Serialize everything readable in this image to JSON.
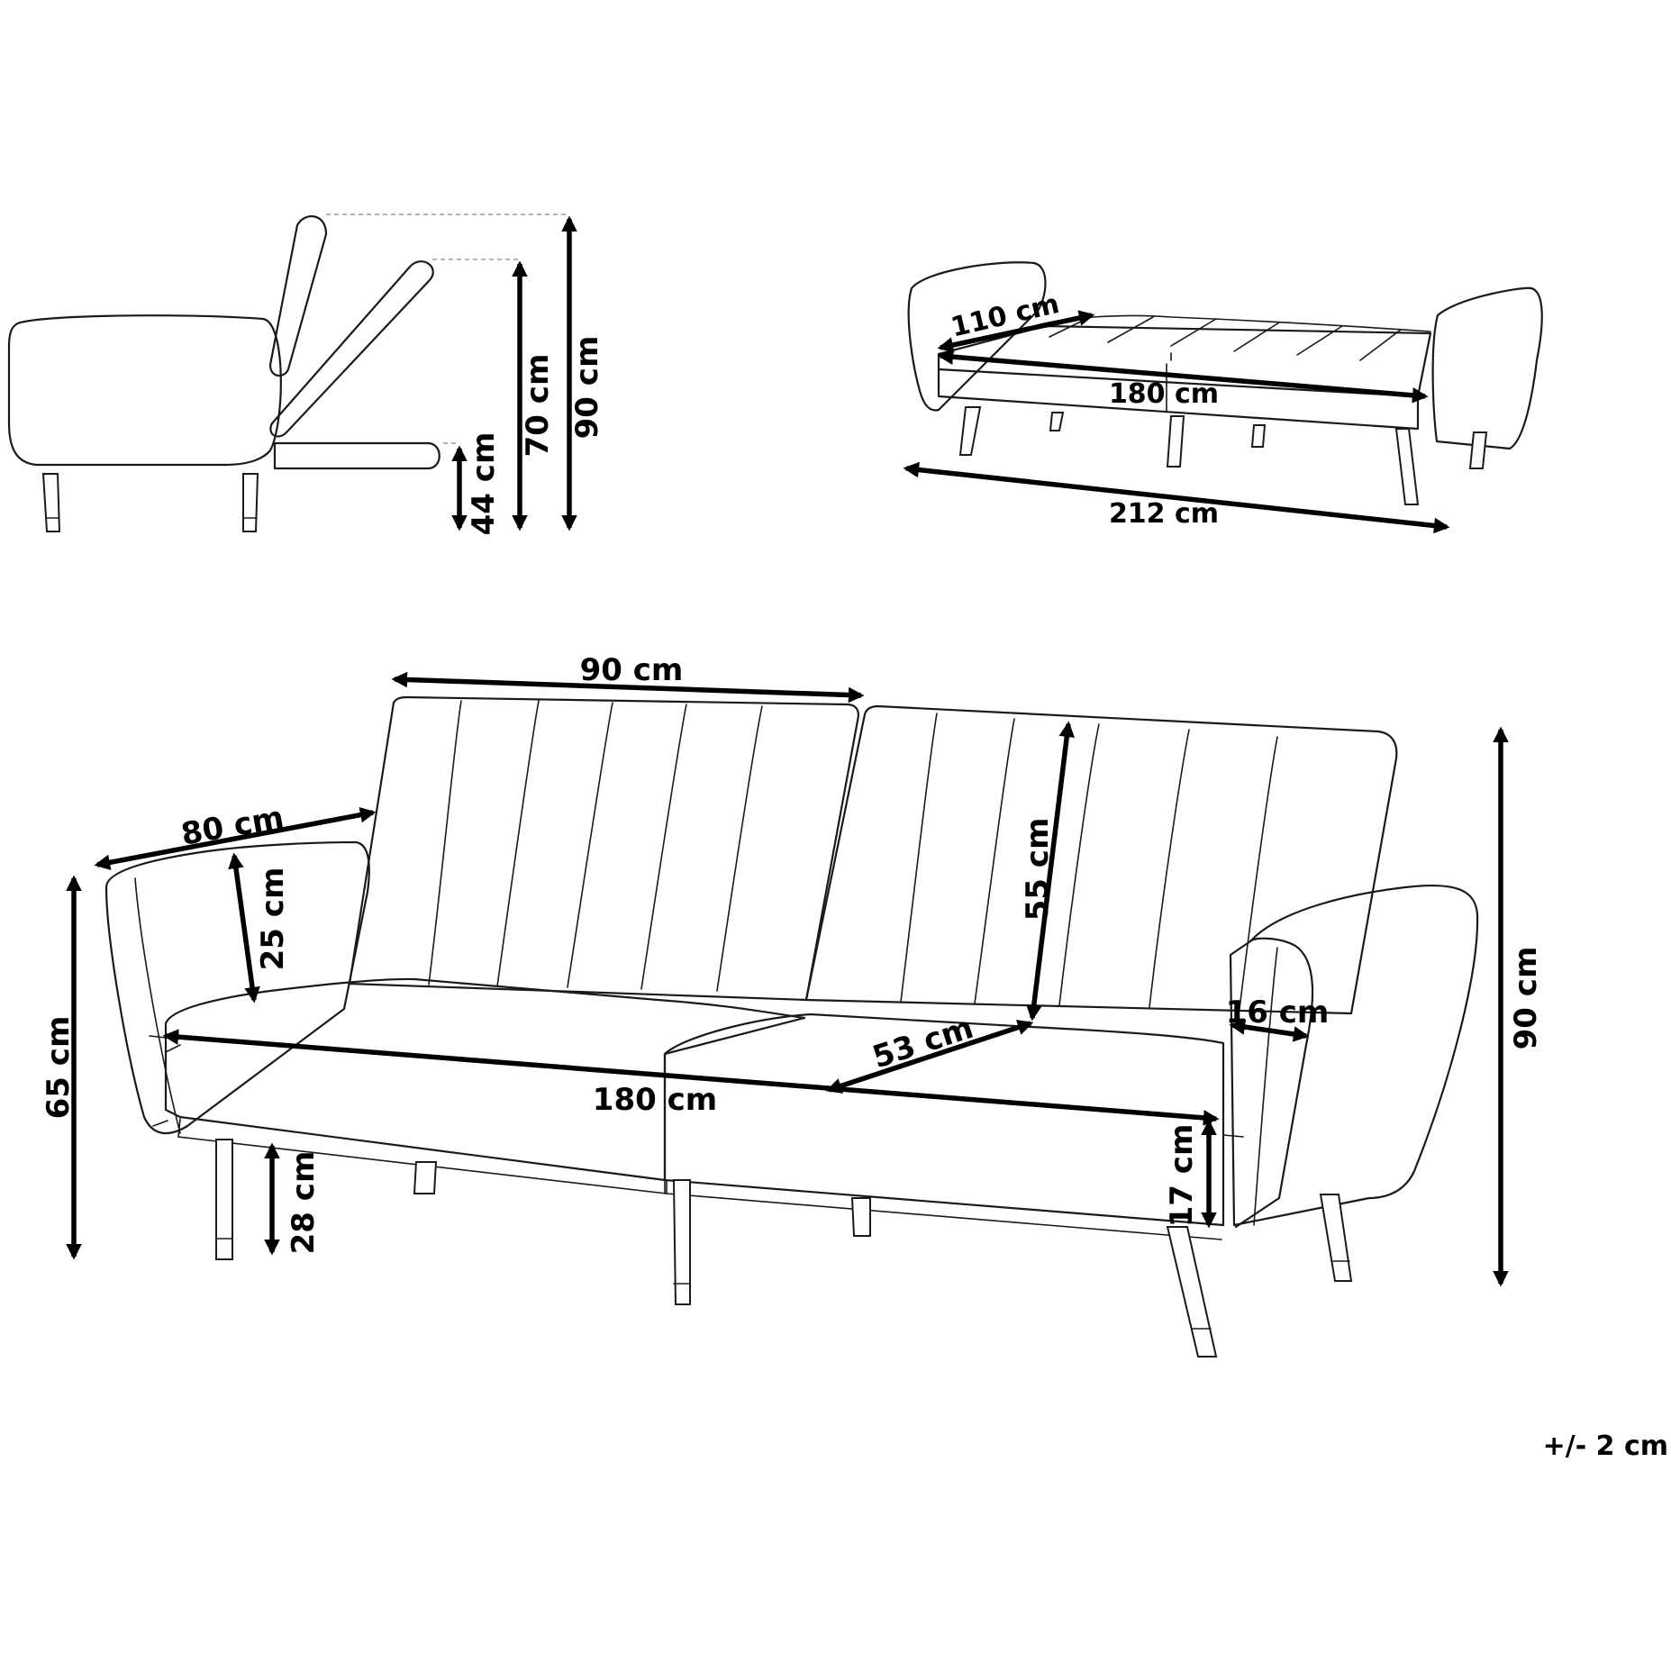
{
  "dimensions": {
    "side_lying_height": "44 cm",
    "side_reclined_height": "70 cm",
    "side_upright_height": "90 cm",
    "bed_depth": "110 cm",
    "bed_length": "180 cm",
    "bed_total_width": "212 cm",
    "backrest_width": "90 cm",
    "total_depth": "80 cm",
    "armrest_height_above_seat": "25 cm",
    "armrest_height": "65 cm",
    "leg_height": "28 cm",
    "seat_width": "180 cm",
    "seat_depth": "53 cm",
    "backrest_height": "55 cm",
    "armrest_width": "16 cm",
    "seat_thickness": "17 cm",
    "total_height": "90 cm"
  },
  "tolerance": "+/- 2 cm",
  "colors": {
    "line": "#1a1a1a",
    "arrow": "#000000",
    "background": "#ffffff"
  }
}
